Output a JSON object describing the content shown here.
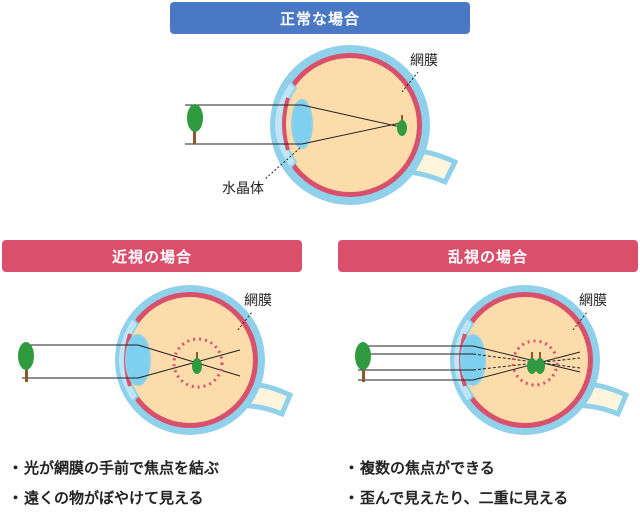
{
  "normal": {
    "title": "正常な場合",
    "retina_label": "網膜",
    "lens_label": "水晶体"
  },
  "myopia": {
    "title": "近視の場合",
    "retina_label": "網膜",
    "notes": [
      "光が網膜の手前で焦点を結ぶ",
      "遠くの物がぼやけて見える"
    ]
  },
  "astigmatism": {
    "title": "乱視の場合",
    "retina_label": "網膜",
    "notes": [
      "複数の焦点ができる",
      "歪んで見えたり、二重に見える"
    ]
  },
  "bullet_glyph": "・",
  "colors": {
    "blue_banner": "#4a78c5",
    "pink_banner": "#d9506c",
    "sclera_blue": "#8fd0ea",
    "retina_red": "#d9506c",
    "vitreous": "#fcdcaa",
    "lens": "#bfe6f6",
    "tree_green": "#2f9a3f",
    "trunk_brown": "#8b5a2b"
  }
}
